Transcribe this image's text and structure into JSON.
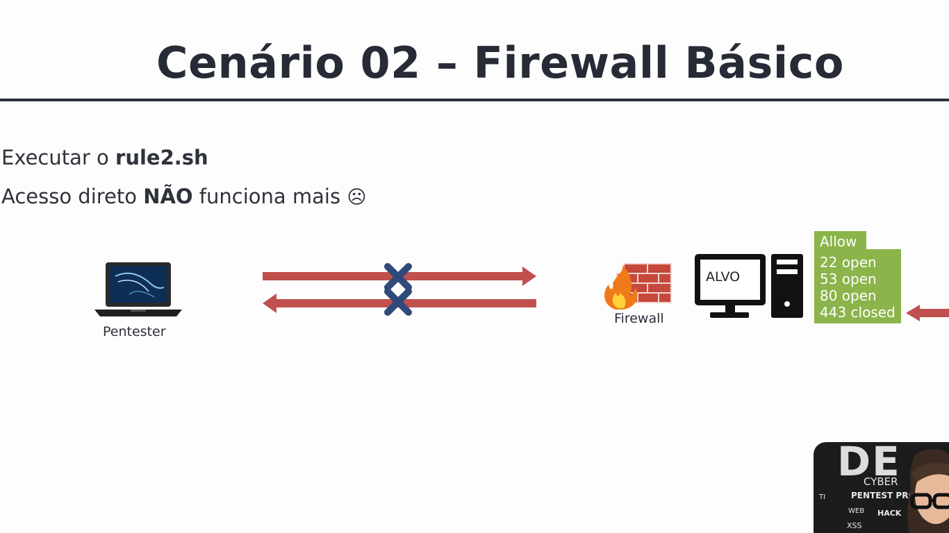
{
  "slide": {
    "title": "Cenário 02 – Firewall Básico",
    "bullets": [
      {
        "prefix": "Executar o ",
        "bold": "rule2.sh",
        "suffix": ""
      },
      {
        "prefix": "Acesso direto ",
        "bold": "NÃO",
        "suffix": " funciona mais ",
        "emoji": "☹"
      }
    ]
  },
  "diagram": {
    "pentester_label": "Pentester",
    "firewall_label": "Firewall",
    "target_label": "ALVO",
    "allow_title": "Allow",
    "allow_rules": [
      "22 open",
      "53 open",
      "80 open",
      "443 closed"
    ],
    "connection_status": "blocked",
    "icons": [
      "laptop-icon",
      "blocked-x-icon",
      "firewall-icon",
      "monitor-icon",
      "tower-icon"
    ],
    "colors": {
      "arrow": "#c0504d",
      "x_mark": "#2f4a7a",
      "allow_box": "#8bb44a",
      "title": "#262b36"
    }
  },
  "webcam": {
    "chalk_text": [
      "DE",
      "CYBER",
      "PENTEST PRO",
      "TI",
      "WEB",
      "HACK",
      "XSS"
    ]
  }
}
